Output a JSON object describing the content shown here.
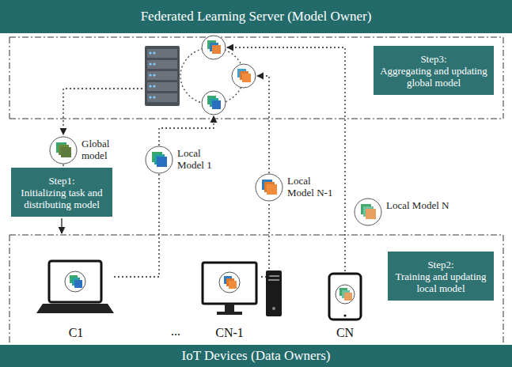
{
  "diagram": {
    "nodes": [
      {
        "text": [
          "Federated Learning Server (Model Owner)"
        ]
      },
      {
        "text": [
          "Step3:",
          "Aggregating and updating global model"
        ]
      },
      {
        "text": [
          "Global model"
        ]
      },
      {
        "text": [
          "Step1:",
          "Initializing task and distributing model"
        ]
      },
      {
        "text": [
          "Local Model 1"
        ]
      },
      {
        "text": [
          "Local Model N-1"
        ]
      },
      {
        "text": [
          "Local Model N"
        ]
      },
      {
        "text": [
          "Step2:",
          "Training and updating local model"
        ]
      },
      {
        "text": [
          "C1"
        ]
      },
      {
        "text": [
          "CN-1"
        ]
      },
      {
        "text": [
          "CN"
        ]
      },
      {
        "text": [
          "IoT Devices (Data Owners)"
        ]
      }
    ],
    "edges": [
      {
        "from": 2,
        "to": 3,
        "arrow": "none"
      },
      {
        "from": 8,
        "to": 4,
        "arrow": "none"
      },
      {
        "from": 9,
        "to": 5,
        "arrow": "none"
      }
    ],
    "labels": [
      "..."
    ]
  }
}
